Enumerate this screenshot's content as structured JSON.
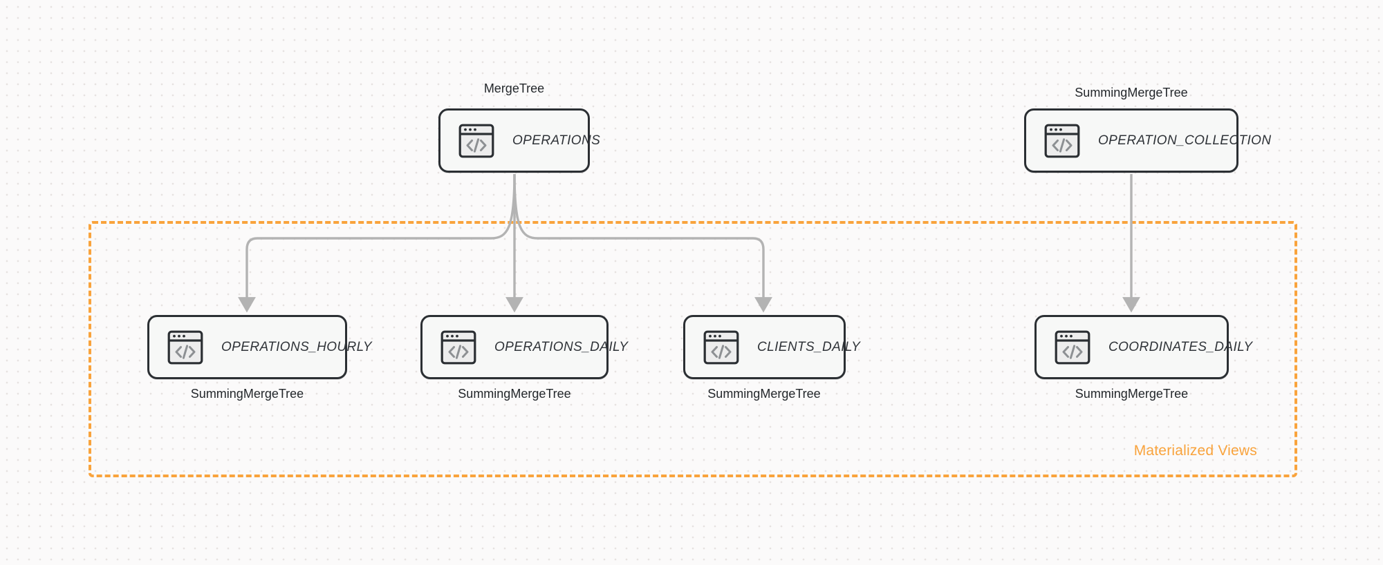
{
  "diagram": {
    "title": "ClickHouse table engine / materialized view flow",
    "accent_color": "#f9a33c",
    "node_border_color": "#2b2f33",
    "node_fill_color": "#f7f8f7",
    "edge_color": "#b3b3b3",
    "background_color": "#fbfafa"
  },
  "group": {
    "label": "Materialized Views",
    "style": "dashed",
    "color": "#f9a33c"
  },
  "icons": {
    "code_window": "code-window-icon"
  },
  "nodes": [
    {
      "id": "operations",
      "title": "OPERATIONS",
      "engine": "MergeTree",
      "engine_position": "above",
      "icon": "code-window-icon"
    },
    {
      "id": "operation_collection",
      "title": "OPERATION_COLLECTION",
      "engine": "SummingMergeTree",
      "engine_position": "above",
      "icon": "code-window-icon"
    },
    {
      "id": "operations_hourly",
      "title": "OPERATIONS_HOURLY",
      "engine": "SummingMergeTree",
      "engine_position": "below",
      "icon": "code-window-icon"
    },
    {
      "id": "operations_daily",
      "title": "OPERATIONS_DAILY",
      "engine": "SummingMergeTree",
      "engine_position": "below",
      "icon": "code-window-icon"
    },
    {
      "id": "clients_daily",
      "title": "CLIENTS_DAILY",
      "engine": "SummingMergeTree",
      "engine_position": "below",
      "icon": "code-window-icon"
    },
    {
      "id": "coordinates_daily",
      "title": "COORDINATES_DAILY",
      "engine": "SummingMergeTree",
      "engine_position": "below",
      "icon": "code-window-icon"
    }
  ],
  "edges": [
    {
      "from": "operations",
      "to": "operations_hourly",
      "style": "elbow-arrow"
    },
    {
      "from": "operations",
      "to": "operations_daily",
      "style": "straight-arrow"
    },
    {
      "from": "operations",
      "to": "clients_daily",
      "style": "elbow-arrow"
    },
    {
      "from": "operation_collection",
      "to": "coordinates_daily",
      "style": "straight-arrow"
    }
  ]
}
